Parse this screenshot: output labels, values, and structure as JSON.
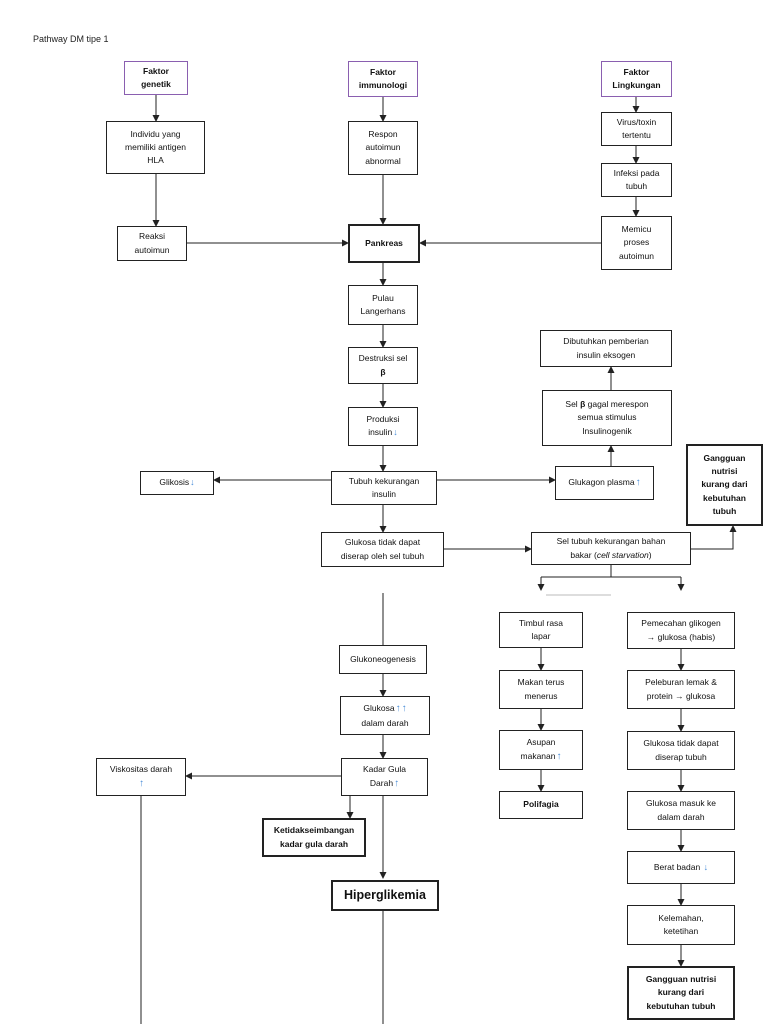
{
  "page_title": "Pathway DM tipe 1",
  "colors": {
    "source_border": "#8a5fb0",
    "indicator_arrow": "#4a8ed8",
    "line": "#222222"
  },
  "nodes": {
    "faktor_genetik": "Faktor\ngenetik",
    "faktor_immunologi": "Faktor\nimmunologi",
    "faktor_lingkungan": "Faktor\nLingkungan",
    "individu_hla": "Individu yang\nmemiliki antigen\nHLA",
    "respon_autoimun": "Respon\nautoimun\nabnormal",
    "virus_toxin": "Virus/toxin\ntertentu",
    "infeksi": "Infeksi pada\ntubuh",
    "memicu": "Memicu\nproses\nautoimun",
    "reaksi_autoimun": "Reaksi\nautoimun",
    "pankreas": "Pankreas",
    "pulau_langerhans": "Pulau\nLangerhans",
    "destruksi_pre": "Destruksi sel",
    "destruksi_beta": "β",
    "produksi_pre": "Produksi\ninsulin",
    "tubuh_kekurangan": "Tubuh kekurangan\ninsulin",
    "glikosis": "Glikosis",
    "glukagon": "Glukagon plasma",
    "dibutuhkan": "Dibutuhkan pemberian\ninsulin eksogen",
    "sel_beta_pre": "Sel ",
    "sel_beta_sym": "β",
    "sel_beta_post": " gagal merespon\nsemua stimulus\nInsulinogenik",
    "gangguan_nutrisi_1": "Gangguan\nnutrisi\nkurang dari\nkebutuhan\ntubuh",
    "glukosa_tidak_diserap": "Glukosa tidak dapat\ndiserap oleh sel tubuh",
    "starvation_pre": "Sel tubuh kekurangan bahan\nbakar (",
    "starvation_em": "cell starvation",
    "starvation_post": ")",
    "glukoneogenesis": "Glukoneogenesis",
    "glukosa_darah_pre": "Glukosa",
    "glukosa_darah_post": "dalam darah",
    "kadar_gula": "Kadar Gula\nDarah",
    "viskositas": "Viskositas darah",
    "ketidakseimbangan": "Ketidakseimbangan\nkadar gula darah",
    "hiperglikemia": "Hiperglikemia",
    "timbul_lapar": "Timbul rasa\nlapar",
    "makan_terus": "Makan terus\nmenerus",
    "asupan": "Asupan\nmakanan",
    "polifagia": "Polifagia",
    "pemecahan": "Pemecahan glikogen\n→ glukosa (habis)",
    "peleburan": "Peleburan lemak &\nprotein → glukosa",
    "glukosa_tidak_serap": "Glukosa tidak dapat\ndiserap tubuh",
    "glukosa_masuk": "Glukosa masuk ke\ndalam darah",
    "berat_badan": "Berat badan",
    "kelemahan": "Kelemahan,\nketetihan",
    "gangguan_nutrisi_2": "Gangguan nutrisi\nkurang dari\nkebutuhan tubuh"
  },
  "indicators": {
    "up": "↑",
    "down": "↓"
  }
}
